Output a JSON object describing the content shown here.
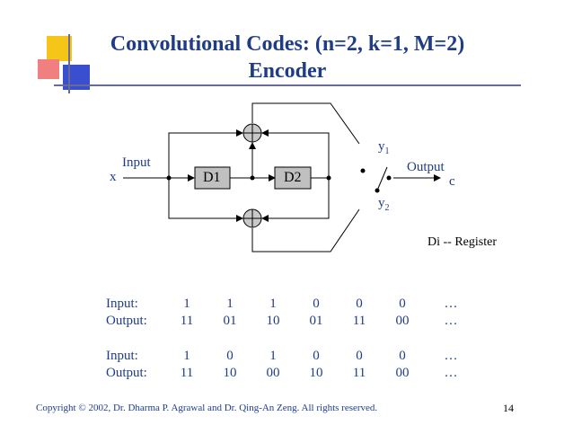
{
  "title": {
    "line1": "Convolutional Codes: (n=2, k=1, M=2)",
    "line2": "Encoder"
  },
  "diagram": {
    "x": "x",
    "input": "Input",
    "d1": "D1",
    "d2": "D2",
    "y1": "y",
    "y1_sub": "1",
    "y2": "y",
    "y2_sub": "2",
    "output": "Output",
    "c": "c",
    "legend": "Di -- Register"
  },
  "tables": [
    {
      "input_label": "Input:",
      "output_label": "Output:",
      "inputs": [
        "1",
        "1",
        "1",
        "0",
        "0",
        "0",
        "…"
      ],
      "outputs": [
        "11",
        "01",
        "10",
        "01",
        "11",
        "00",
        "…"
      ]
    },
    {
      "input_label": "Input:",
      "output_label": "Output:",
      "inputs": [
        "1",
        "0",
        "1",
        "0",
        "0",
        "0",
        "…"
      ],
      "outputs": [
        "11",
        "10",
        "00",
        "10",
        "11",
        "00",
        "…"
      ]
    }
  ],
  "footer": "Copyright © 2002, Dr. Dharma P. Agrawal and Dr. Qing-An Zeng. All rights reserved.",
  "page_number": "14",
  "colors": {
    "text": "#1f3c88",
    "deco_yellow": "#f5c518",
    "deco_red": "#e8505b",
    "deco_blue": "#3a4fd0",
    "register_fill": "#c0c0c0"
  }
}
